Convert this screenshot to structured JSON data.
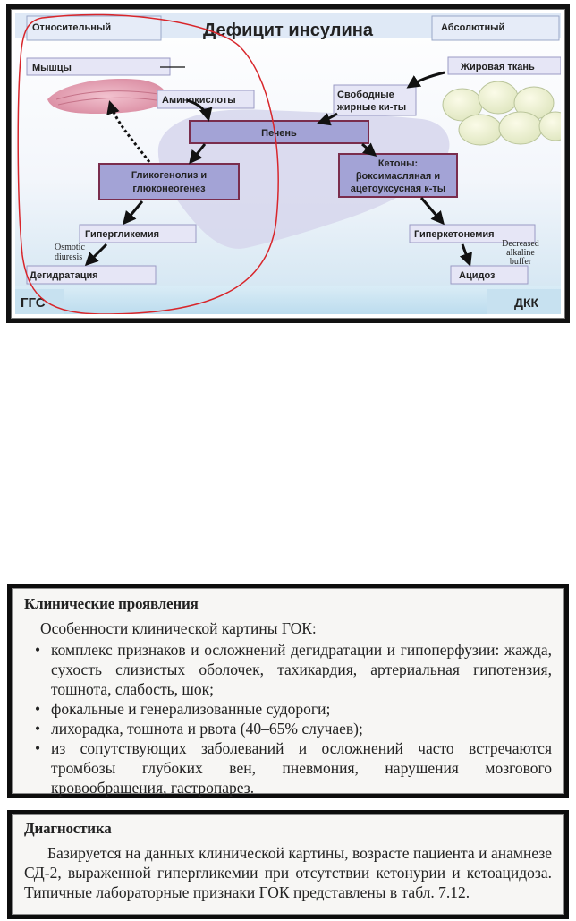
{
  "diagram": {
    "title": "Дефицит инсулина",
    "relative_label": "Относительный",
    "absolute_label": "Абсолютный",
    "muscles": "Мышцы",
    "adipose": "Жировая ткань",
    "amino_acids": "Аминокислоты",
    "free_fa_line1": "Свободные",
    "free_fa_line2": "жирные ки-ты",
    "liver": "Печень",
    "glyco_line1": "Гликогенолиз и",
    "glyco_line2": "глюконеогенез",
    "ketones_line1": "Кетоны:",
    "ketones_line2": "βоксимасляная и",
    "ketones_line3": "ацетоуксусная к-ты",
    "hyperglycemia": "Гипергликемия",
    "hyperketonemia": "Гиперкетонемия",
    "osmotic_line1": "Osmotic",
    "osmotic_line2": "diuresis",
    "buffer_line1": "Decreased",
    "buffer_line2": "alkaline",
    "buffer_line3": "buffer",
    "dehydration": "Дегидратация",
    "acidosis": "Ацидоз",
    "hhs": "ГГС",
    "dka": "ДКК",
    "colors": {
      "box_fill": "#e6e6f6",
      "box_border": "#9a9ac4",
      "highlight_fill": "#a3a3d6",
      "highlight_border": "#7a2d4d",
      "annotation_red": "#d8262b"
    }
  },
  "clinical": {
    "heading": "Клинические проявления",
    "intro": "Особенности клинической картины ГОК:",
    "bullets": [
      "комплекс признаков и осложнений дегидратации и гипоперфузии: жажда, сухость слизистых оболочек, тахикардия, артериальная гипотензия, тошнота, слабость, шок;",
      "фокальные и генерализованные судороги;",
      "лихорадка, тошнота и рвота (40–65% случаев);",
      "из сопутствующих заболеваний и осложнений часто встречаются тромбозы глубоких вен, пневмония, нарушения мозгового кровообращения, гастропарез."
    ]
  },
  "diagnostics": {
    "heading": "Диагностика",
    "text": "Базируется на данных клинической картины, возрасте пациента и анамнезе СД-2, выраженной гипергликемии при отсутствии кетонурии и кетоацидоза. Типичные лабораторные признаки ГОК представлены в табл. 7.12."
  }
}
